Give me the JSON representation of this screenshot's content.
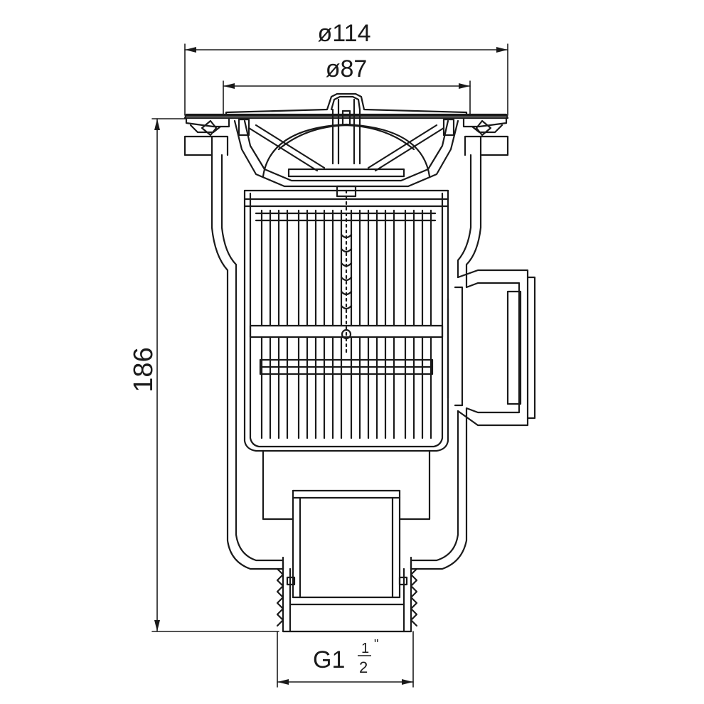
{
  "drawing": {
    "dimensions": {
      "outer_diameter": "ø114",
      "inner_diameter": "ø87",
      "height": "186",
      "thread_prefix": "G1",
      "thread_numerator": "1",
      "thread_denominator": "2",
      "thread_unit": "\""
    },
    "colors": {
      "line": "#1a1a1a",
      "background": "#ffffff"
    }
  }
}
